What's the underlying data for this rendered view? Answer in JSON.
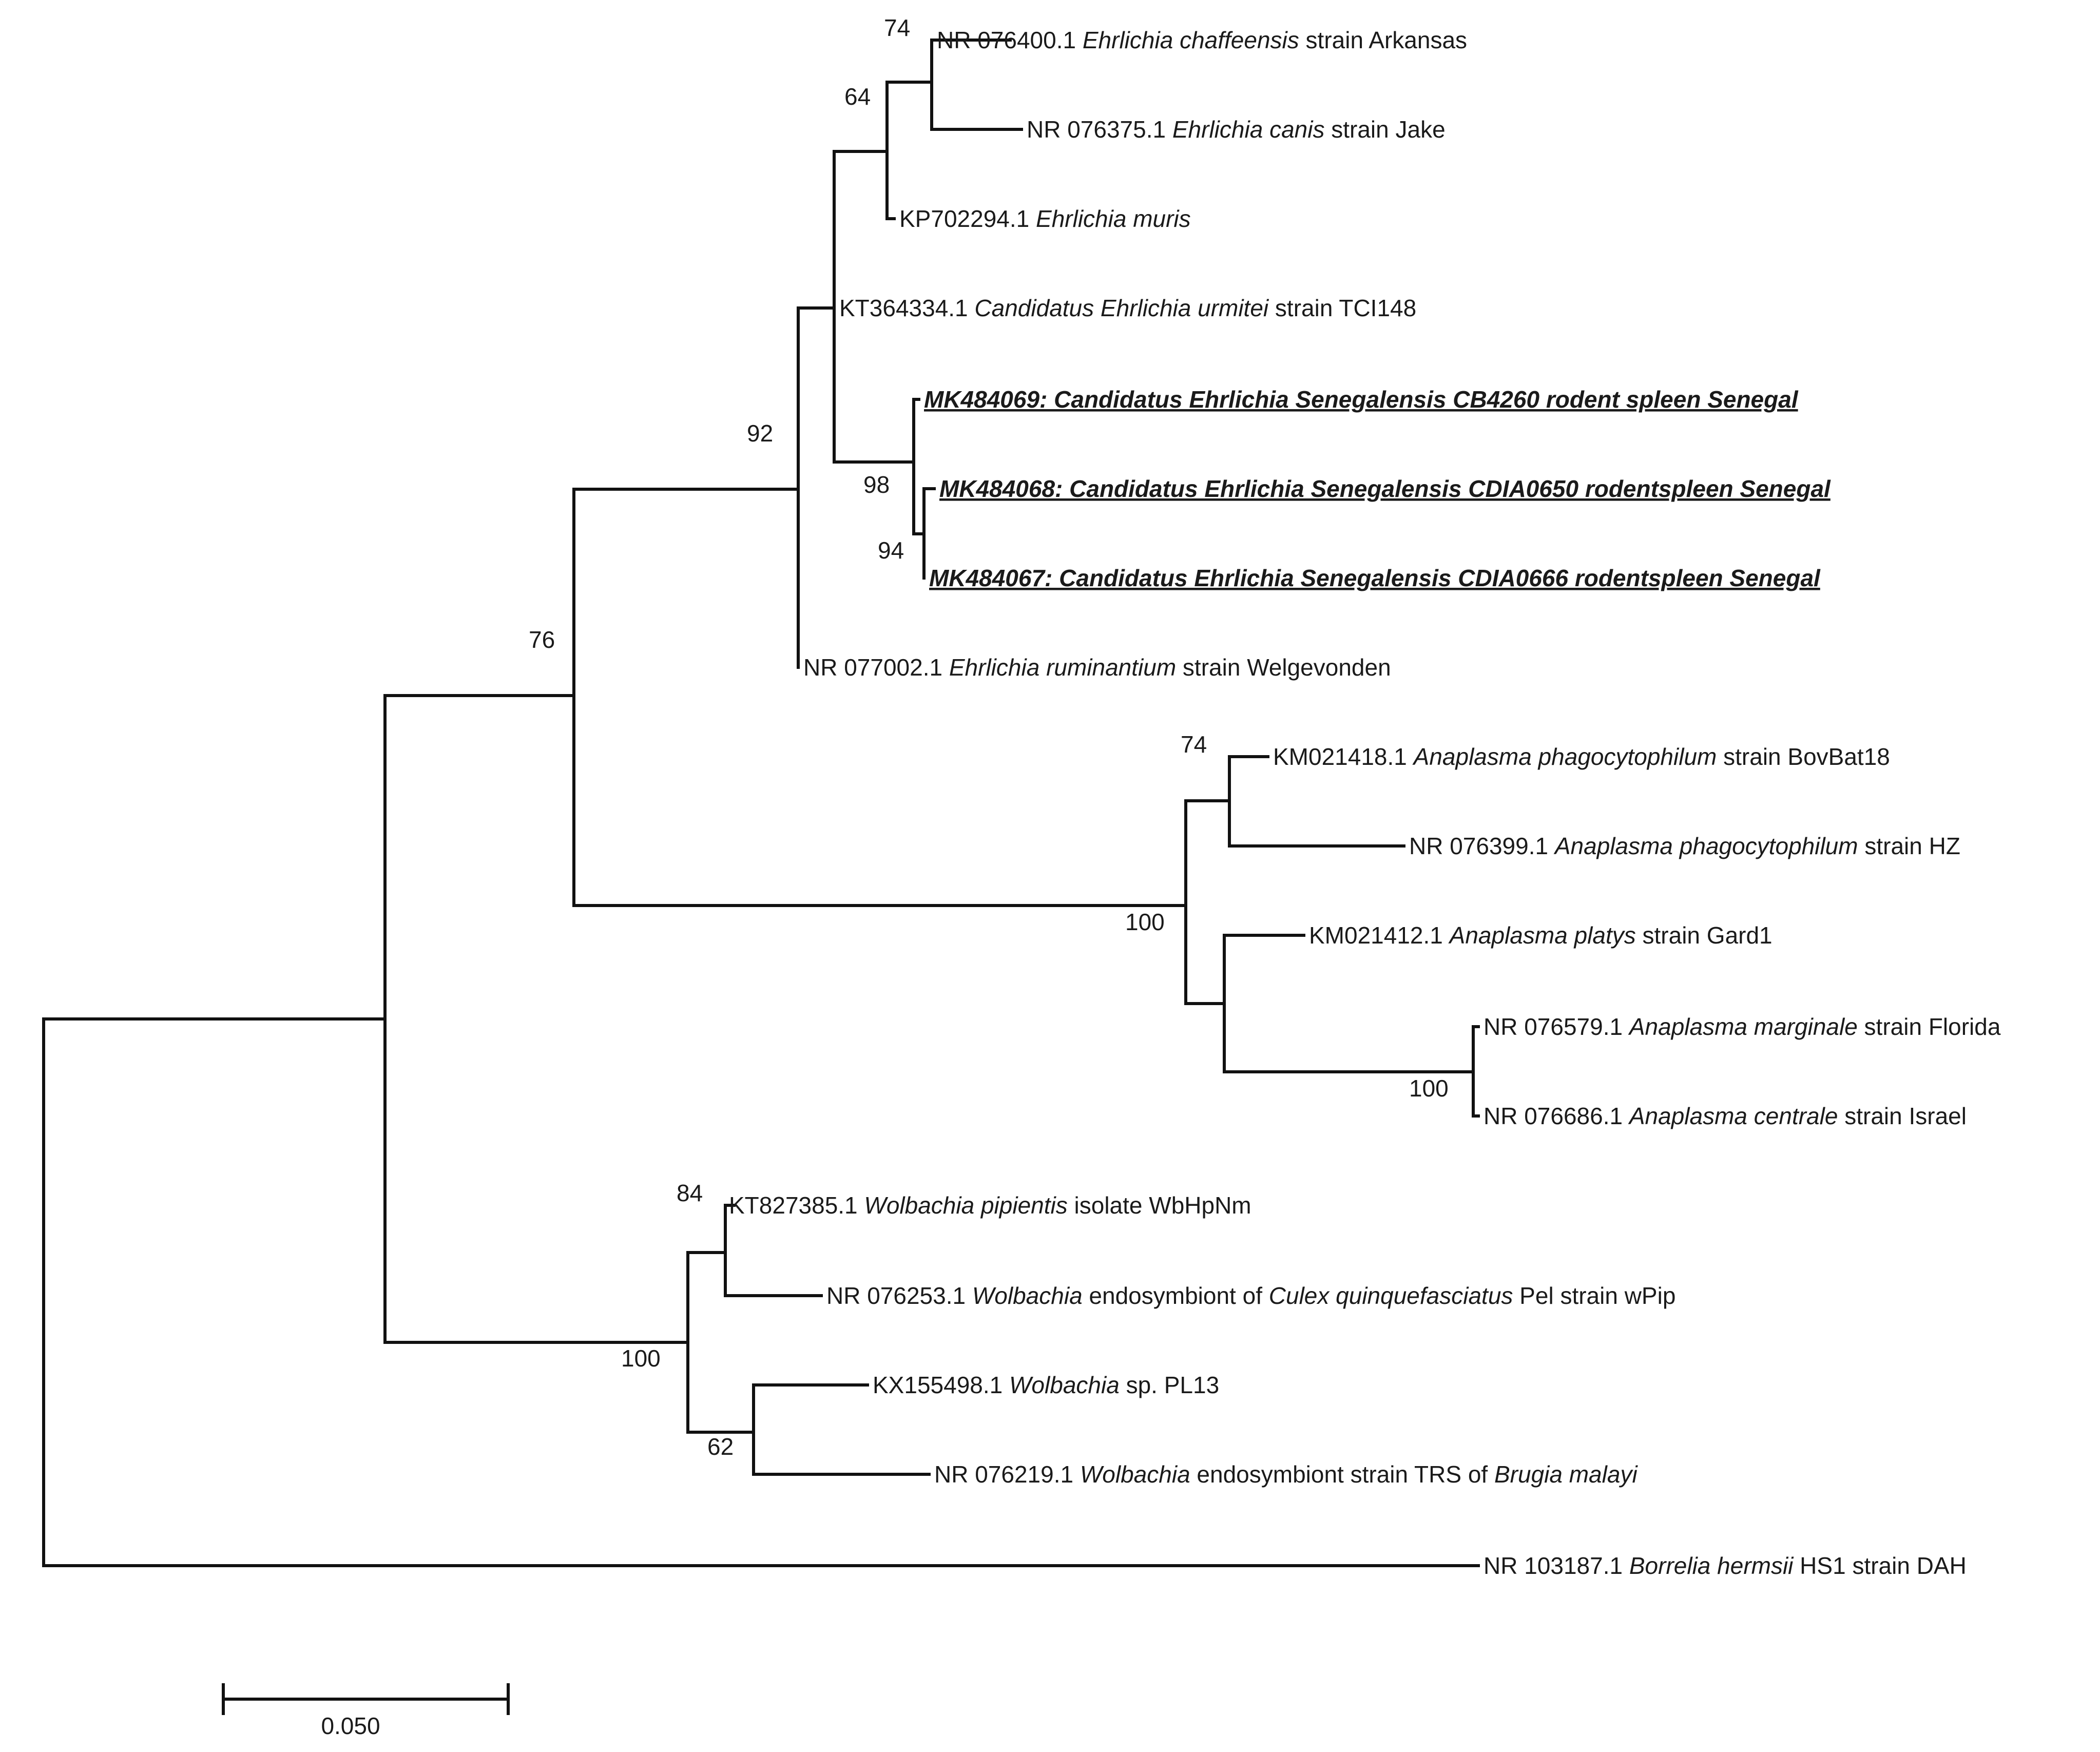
{
  "tree": {
    "leaves": [
      {
        "id": "ehr_chaff",
        "accession": "NR 076400.1",
        "parts": [
          {
            "t": "Ehrlichia chaffeensis",
            "i": true
          },
          {
            "t": " strain Arkansas",
            "i": false
          }
        ]
      },
      {
        "id": "ehr_canis",
        "accession": "NR 076375.1",
        "parts": [
          {
            "t": "Ehrlichia canis",
            "i": true
          },
          {
            "t": " strain Jake",
            "i": false
          }
        ]
      },
      {
        "id": "ehr_muris",
        "accession": "KP702294.1",
        "parts": [
          {
            "t": "Ehrlichia muris",
            "i": true
          }
        ]
      },
      {
        "id": "ehr_urmitei",
        "accession": "KT364334.1",
        "parts": [
          {
            "t": "Candidatus Ehrlichia urmitei",
            "i": true
          },
          {
            "t": " strain TCI148",
            "i": false
          }
        ]
      },
      {
        "id": "mk069",
        "accession": "",
        "highlight": true,
        "parts": [
          {
            "t": "MK484069: Candidatus Ehrlichia Senegalensis CB4260 rodent spleen Senegal",
            "i": true
          }
        ]
      },
      {
        "id": "mk068",
        "accession": "",
        "highlight": true,
        "parts": [
          {
            "t": "MK484068: Candidatus Ehrlichia Senegalensis CDIA0650 rodentspleen Senegal",
            "i": true
          }
        ]
      },
      {
        "id": "mk067",
        "accession": "",
        "highlight": true,
        "parts": [
          {
            "t": "MK484067: Candidatus Ehrlichia Senegalensis CDIA0666 rodentspleen Senegal",
            "i": true
          }
        ]
      },
      {
        "id": "ehr_rumin",
        "accession": "NR 077002.1",
        "parts": [
          {
            "t": "Ehrlichia ruminantium",
            "i": true
          },
          {
            "t": " strain Welgevonden",
            "i": false
          }
        ]
      },
      {
        "id": "ana_phago1",
        "accession": "KM021418.1",
        "parts": [
          {
            "t": "Anaplasma phagocytophilum",
            "i": true
          },
          {
            "t": " strain BovBat18",
            "i": false
          }
        ]
      },
      {
        "id": "ana_phago2",
        "accession": "NR 076399.1",
        "parts": [
          {
            "t": "Anaplasma phagocytophilum",
            "i": true
          },
          {
            "t": " strain HZ",
            "i": false
          }
        ]
      },
      {
        "id": "ana_platys",
        "accession": "KM021412.1",
        "parts": [
          {
            "t": "Anaplasma platys",
            "i": true
          },
          {
            "t": " strain Gard1",
            "i": false
          }
        ]
      },
      {
        "id": "ana_marg",
        "accession": "NR 076579.1",
        "parts": [
          {
            "t": "Anaplasma marginale",
            "i": true
          },
          {
            "t": " strain Florida",
            "i": false
          }
        ]
      },
      {
        "id": "ana_cent",
        "accession": "NR 076686.1",
        "parts": [
          {
            "t": "Anaplasma centrale",
            "i": true
          },
          {
            "t": " strain Israel",
            "i": false
          }
        ]
      },
      {
        "id": "wol_pip",
        "accession": "KT827385.1",
        "parts": [
          {
            "t": "Wolbachia pipientis",
            "i": true
          },
          {
            "t": " isolate WbHpNm",
            "i": false
          }
        ]
      },
      {
        "id": "wol_culex",
        "accession": "NR 076253.1",
        "parts": [
          {
            "t": "Wolbachia",
            "i": true
          },
          {
            "t": " endosymbiont of ",
            "i": false
          },
          {
            "t": "Culex quinquefasciatus",
            "i": true
          },
          {
            "t": " Pel strain wPip",
            "i": false
          }
        ]
      },
      {
        "id": "wol_pl13",
        "accession": "KX155498.1",
        "parts": [
          {
            "t": "Wolbachia",
            "i": true
          },
          {
            "t": " sp. PL13",
            "i": false
          }
        ]
      },
      {
        "id": "wol_brugia",
        "accession": "NR 076219.1",
        "parts": [
          {
            "t": "Wolbachia",
            "i": true
          },
          {
            "t": " endosymbiont strain TRS  of ",
            "i": false
          },
          {
            "t": "Brugia malayi",
            "i": true
          }
        ]
      },
      {
        "id": "bor_herm",
        "accession": "NR 103187.1",
        "parts": [
          {
            "t": "Borrelia hermsii",
            "i": true
          },
          {
            "t": " HS1 strain DAH",
            "i": false
          }
        ]
      }
    ],
    "support": {
      "n_chaff_canis": "74",
      "n_muris": "64",
      "n_mk069_068_067": "98",
      "n_mk068_067": "94",
      "n_ehrlichia": "92",
      "n_ehr_ana": "76",
      "n_anaplasma": "100",
      "n_phago": "74",
      "n_marg_cent": "100",
      "n_wolbachia": "100",
      "n_wol_pip_culex": "84",
      "n_wol_pl13_brugia": "62"
    },
    "scale_bar": {
      "label": "0.050"
    }
  }
}
